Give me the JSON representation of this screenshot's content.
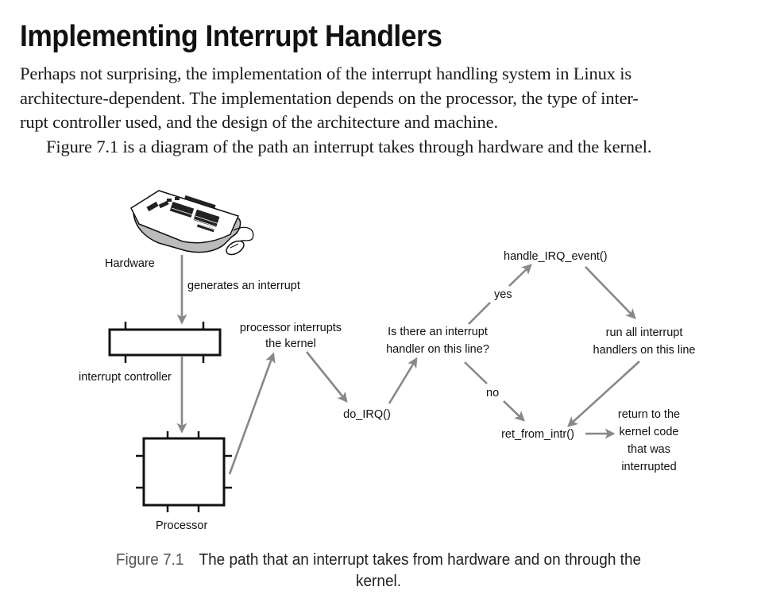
{
  "document": {
    "heading": "Implementing Interrupt Handlers",
    "paragraphs": [
      "Perhaps not surprising, the implementation of the interrupt handling system in Linux is",
      "architecture-dependent. The implementation depends on the processor, the type of inter-",
      "rupt controller used, and the design of the architecture and machine.",
      "Figure 7.1 is a diagram of the path an interrupt takes through hardware and the kernel."
    ]
  },
  "figure": {
    "number": "Figure 7.1",
    "caption_line1": "The path that an interrupt takes from hardware and on through the",
    "caption_line2": "kernel.",
    "icons": {
      "hardware": "keyboard-mouse-icon",
      "controller": "interrupt-controller-chip",
      "processor": "processor-chip"
    },
    "nodes": {
      "hardware": "Hardware",
      "generates": "generates an interrupt",
      "controller": "interrupt controller",
      "processor": "Processor",
      "processor_interrupts_1": "processor interrupts",
      "processor_interrupts_2": "the kernel",
      "do_irq": "do_IRQ()",
      "question_1": "Is there an interrupt",
      "question_2": "handler on this line?",
      "yes": "yes",
      "no": "no",
      "handle_irq_event": "handle_IRQ_event()",
      "run_all_1": "run all interrupt",
      "run_all_2": "handlers on this line",
      "ret_from_intr": "ret_from_intr()",
      "return_1": "return to  the",
      "return_2": "kernel code",
      "return_3": "that was",
      "return_4": "interrupted"
    },
    "colors": {
      "arrow": "#888888",
      "outline": "#111111"
    }
  }
}
